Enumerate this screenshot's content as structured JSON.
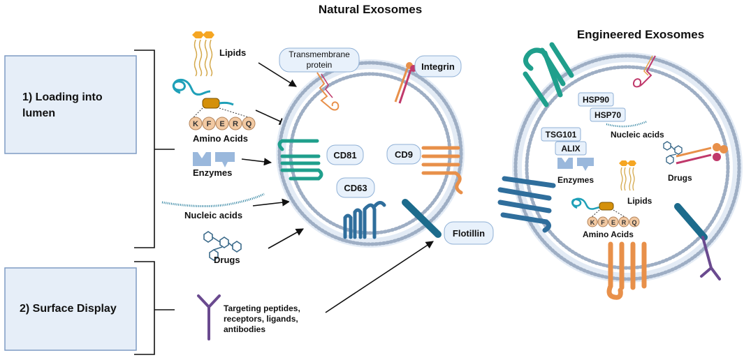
{
  "titles": {
    "natural": "Natural Exosomes",
    "engineered": "Engineered Exosomes"
  },
  "left_boxes": {
    "loading_line1": "1) Loading  into",
    "loading_line2": "lumen",
    "surface": "2) Surface Display"
  },
  "cargo_labels": {
    "lipids": "Lipids",
    "amino_acids": "Amino Acids",
    "amino_letters": [
      "K",
      "F",
      "E",
      "R",
      "Q"
    ],
    "enzymes": "Enzymes",
    "nucleic_acids": "Nucleic acids",
    "drugs": "Drugs",
    "targeting_lines": [
      "Targeting peptides,",
      "receptors, ligands,",
      "antibodies"
    ]
  },
  "natural_labels": {
    "transmembrane_line1": "Transmembrane",
    "transmembrane_line2": "protein",
    "integrin": "Integrin",
    "cd81": "CD81",
    "cd9": "CD9",
    "cd63": "CD63",
    "flotillin": "Flotillin"
  },
  "engineered_labels": {
    "hsp90": "HSP90",
    "hsp70": "HSP70",
    "nucleic_acids": "Nucleic acids",
    "tsg101": "TSG101",
    "alix": "ALIX",
    "drugs": "Drugs",
    "enzymes": "Enzymes",
    "lipids": "Lipids",
    "amino_acids": "Amino Acids",
    "amino_letters": [
      "K",
      "F",
      "E",
      "R",
      "Q"
    ]
  },
  "colors": {
    "box_fill": "#e6eef8",
    "box_stroke": "#7f9bc4",
    "label_fill": "#e8f1fb",
    "label_stroke": "#8fb0d6",
    "membrane_dots": "#9eaec4",
    "membrane_fill": "#dfe8f4",
    "teal": "#1f9f8c",
    "blue": "#2f6e9c",
    "orange": "#e8904a",
    "purple": "#6a4a8f",
    "lipid_head": "#f5a623",
    "lipid_tail": "#d4a84a",
    "amino_circle": "#f2c9a2"
  }
}
